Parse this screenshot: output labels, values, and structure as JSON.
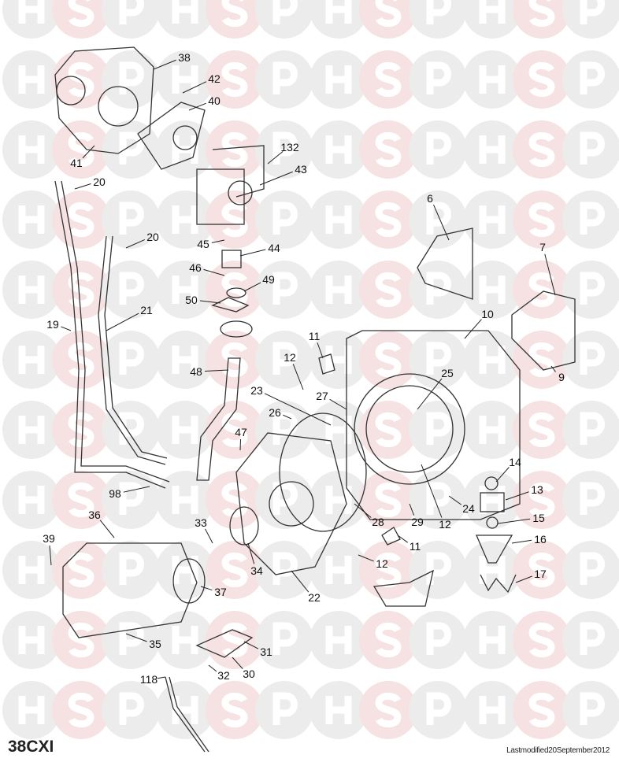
{
  "watermark": {
    "letters": [
      "H",
      "S",
      "P"
    ],
    "colors": {
      "grey": "#ececec",
      "pink": "#f6e2e2",
      "letter": "#ffffff"
    }
  },
  "model": "38CXI",
  "modified": "Lastmodified20September2012",
  "callouts": [
    "38",
    "42",
    "40",
    "41",
    "132",
    "43",
    "20",
    "20",
    "6",
    "45",
    "44",
    "7",
    "46",
    "49",
    "50",
    "10",
    "21",
    "19",
    "11",
    "12",
    "9",
    "48",
    "25",
    "23",
    "27",
    "26",
    "47",
    "14",
    "98",
    "13",
    "36",
    "15",
    "33",
    "12",
    "24",
    "28",
    "29",
    "16",
    "39",
    "11",
    "34",
    "12",
    "37",
    "17",
    "22",
    "35",
    "31",
    "30",
    "32",
    "118"
  ]
}
